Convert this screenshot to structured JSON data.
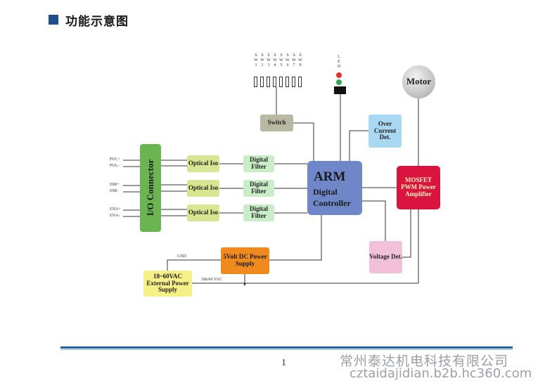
{
  "header": {
    "title": "功能示意图"
  },
  "diagram": {
    "switch_pins": [
      "S W 1",
      "S W 2",
      "S W 3",
      "S W 4",
      "S W 5",
      "S W 6",
      "S W 7",
      "S W 8"
    ],
    "led_label": "L E D",
    "motor": "Motor",
    "switch_box": "Switch",
    "over_current": "Over Current Det.",
    "arm_title": "ARM",
    "arm_sub": "Digital Controller",
    "mosfet": "MOSFET PWM Power Amplifier",
    "io_connector": "I/O Connector",
    "optical": [
      "Optical Iso",
      "Optical Iso",
      "Optical Iso"
    ],
    "filter": [
      "Digital Filter",
      "Digital Filter",
      "Digital Filter"
    ],
    "signals": [
      "PUL+",
      "PUL-",
      "DIR+",
      "DIR-",
      "ENA+",
      "ENA-"
    ],
    "power_supply": "5Volt DC Power Supply",
    "voltage_det": "Voltage Det.",
    "external_ps": "18~60VAC External Power Supply",
    "gnd": "GND",
    "vac_wire": "18to60 VAC"
  },
  "footer": {
    "page": "1",
    "company": "常州泰达机电科技有限公司",
    "url": "cztaidajidian.b2b.hc360.com"
  },
  "colors": {
    "header_square": "#1f4e8c",
    "arm": "#6f86c8",
    "mosfet": "#d9153f",
    "io_connector": "#6ab552",
    "optical": "#d7e690",
    "filter": "#c9edc6",
    "switch": "#b9b8a2",
    "over_current": "#a9d8f2",
    "power_supply": "#ef8a1e",
    "voltage_det": "#f3c0da",
    "external_ps": "#f7ef87",
    "motor": "#cfcfcf",
    "footer_line": "#1f5fa8"
  }
}
